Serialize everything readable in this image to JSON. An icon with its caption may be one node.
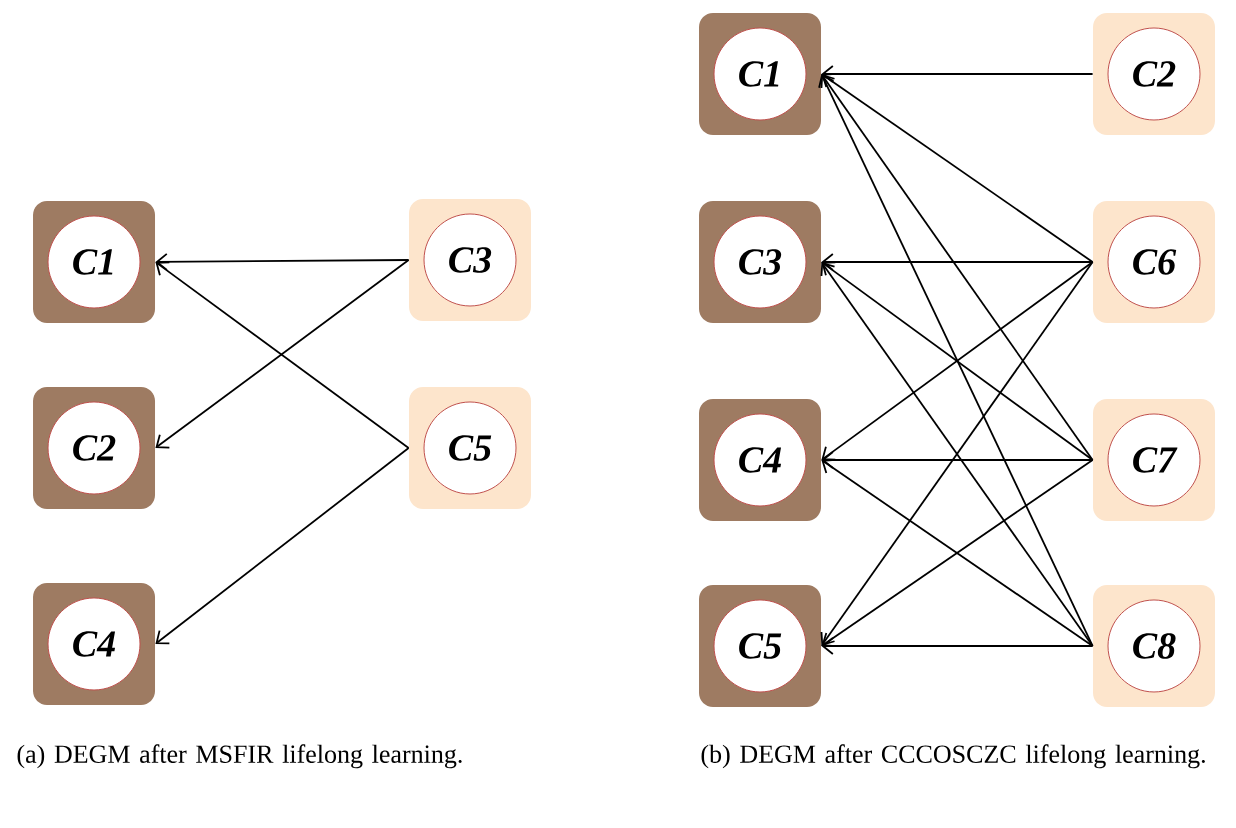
{
  "diagram": {
    "nodes": [
      {
        "text": [
          "C1"
        ]
      },
      {
        "text": [
          "C3"
        ]
      },
      {
        "text": [
          "C2"
        ]
      },
      {
        "text": [
          "C5"
        ]
      },
      {
        "text": [
          "C4"
        ]
      },
      {
        "text": [
          "C1"
        ]
      },
      {
        "text": [
          "C2"
        ]
      },
      {
        "text": [
          "C3"
        ]
      },
      {
        "text": [
          "C6"
        ]
      },
      {
        "text": [
          "C4"
        ]
      },
      {
        "text": [
          "C7"
        ]
      },
      {
        "text": [
          "C5"
        ]
      },
      {
        "text": [
          "C8"
        ]
      }
    ],
    "edges": [
      {
        "from": 1,
        "to": 0,
        "arrow": "to"
      },
      {
        "from": 1,
        "to": 2,
        "arrow": "to"
      },
      {
        "from": 3,
        "to": 0,
        "arrow": "to"
      },
      {
        "from": 3,
        "to": 4,
        "arrow": "to"
      },
      {
        "from": 6,
        "to": 5,
        "arrow": "to"
      },
      {
        "from": 8,
        "to": 5,
        "arrow": "to"
      },
      {
        "from": 8,
        "to": 7,
        "arrow": "to"
      },
      {
        "from": 8,
        "to": 9,
        "arrow": "to"
      },
      {
        "from": 8,
        "to": 11,
        "arrow": "to"
      },
      {
        "from": 10,
        "to": 5,
        "arrow": "to"
      },
      {
        "from": 10,
        "to": 7,
        "arrow": "to"
      },
      {
        "from": 10,
        "to": 9,
        "arrow": "to"
      },
      {
        "from": 10,
        "to": 11,
        "arrow": "to"
      },
      {
        "from": 12,
        "to": 5,
        "arrow": "to"
      },
      {
        "from": 12,
        "to": 7,
        "arrow": "to"
      },
      {
        "from": 12,
        "to": 9,
        "arrow": "to"
      },
      {
        "from": 12,
        "to": 11,
        "arrow": "to"
      }
    ],
    "labels": [
      "(a) DEGM after MSFIR lifelong learning.",
      "(b) DEGM after CCCOSCZC lifelong learning."
    ]
  }
}
